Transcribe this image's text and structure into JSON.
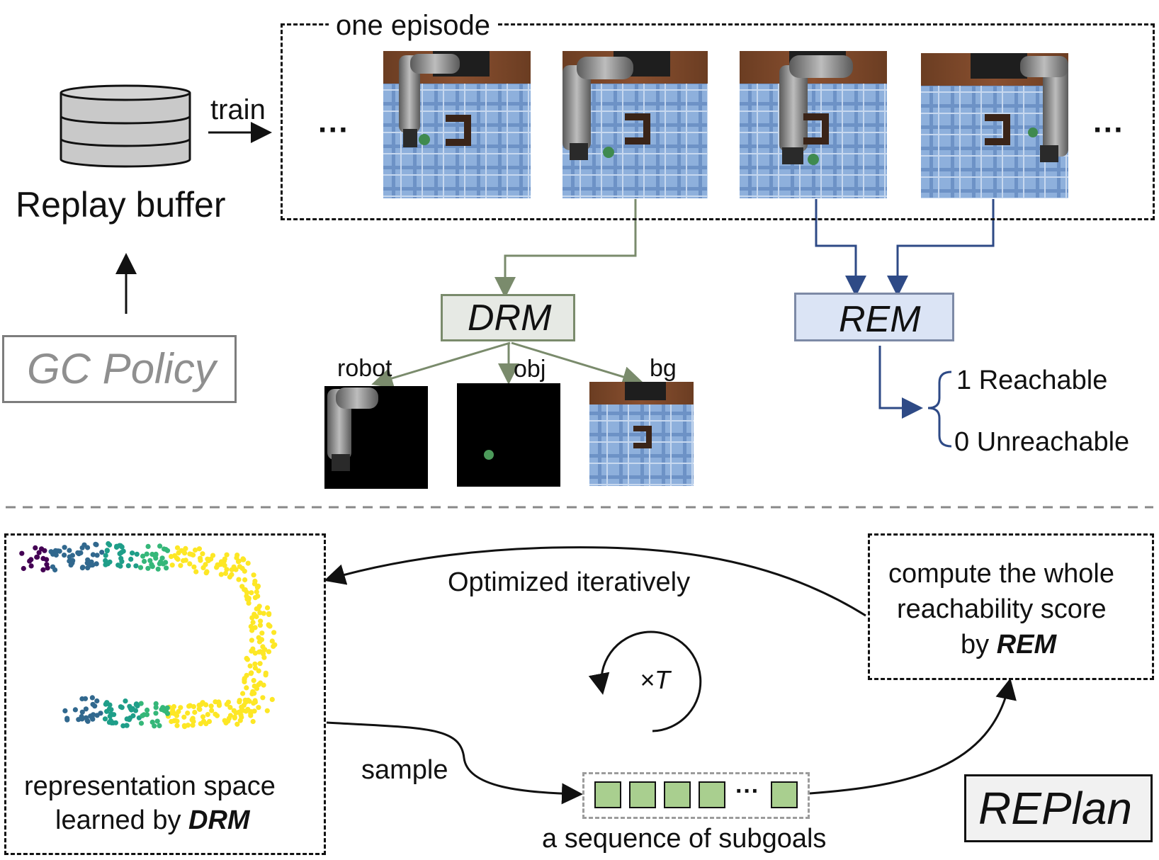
{
  "top": {
    "replay_buffer_label": "Replay buffer",
    "train_label": "train",
    "episode_label": "one episode",
    "ellipsis_left": "···",
    "ellipsis_right": "···",
    "gc_policy_label": "GC Policy",
    "drm_label": "DRM",
    "rem_label": "REM",
    "decomp": {
      "robot_label": "robot",
      "obj_label": "obj",
      "bg_label": "bg"
    },
    "reach": {
      "reachable": "1 Reachable",
      "unreachable": "0 Unreachable"
    }
  },
  "bottom": {
    "rep_space_line1": "representation space",
    "rep_space_line2_prefix": "learned by ",
    "rep_space_line2_bold": "DRM",
    "optimized_label": "Optimized iteratively",
    "loop_label": "×T",
    "sample_label": "sample",
    "subgoals_ellipsis": "···",
    "subgoals_label": "a sequence of subgoals",
    "compute_line1": "compute the whole",
    "compute_line2": "reachability score",
    "compute_line3_prefix": "by ",
    "compute_line3_bold": "REM",
    "replan_label": "REPlan"
  },
  "colors": {
    "drm_box_fill": "#e6e9e4",
    "drm_arrow": "#7a8b6c",
    "rem_box_fill": "#dbe4f5",
    "rem_arrow": "#2e4a86",
    "subgoal_fill": "#a9cf8f",
    "gc_policy_text": "#8f8f8f",
    "table_blue": "#8eb0dc",
    "scatter_palette": [
      "#440154",
      "#31688e",
      "#1f9e89",
      "#35b779",
      "#fde725"
    ]
  }
}
